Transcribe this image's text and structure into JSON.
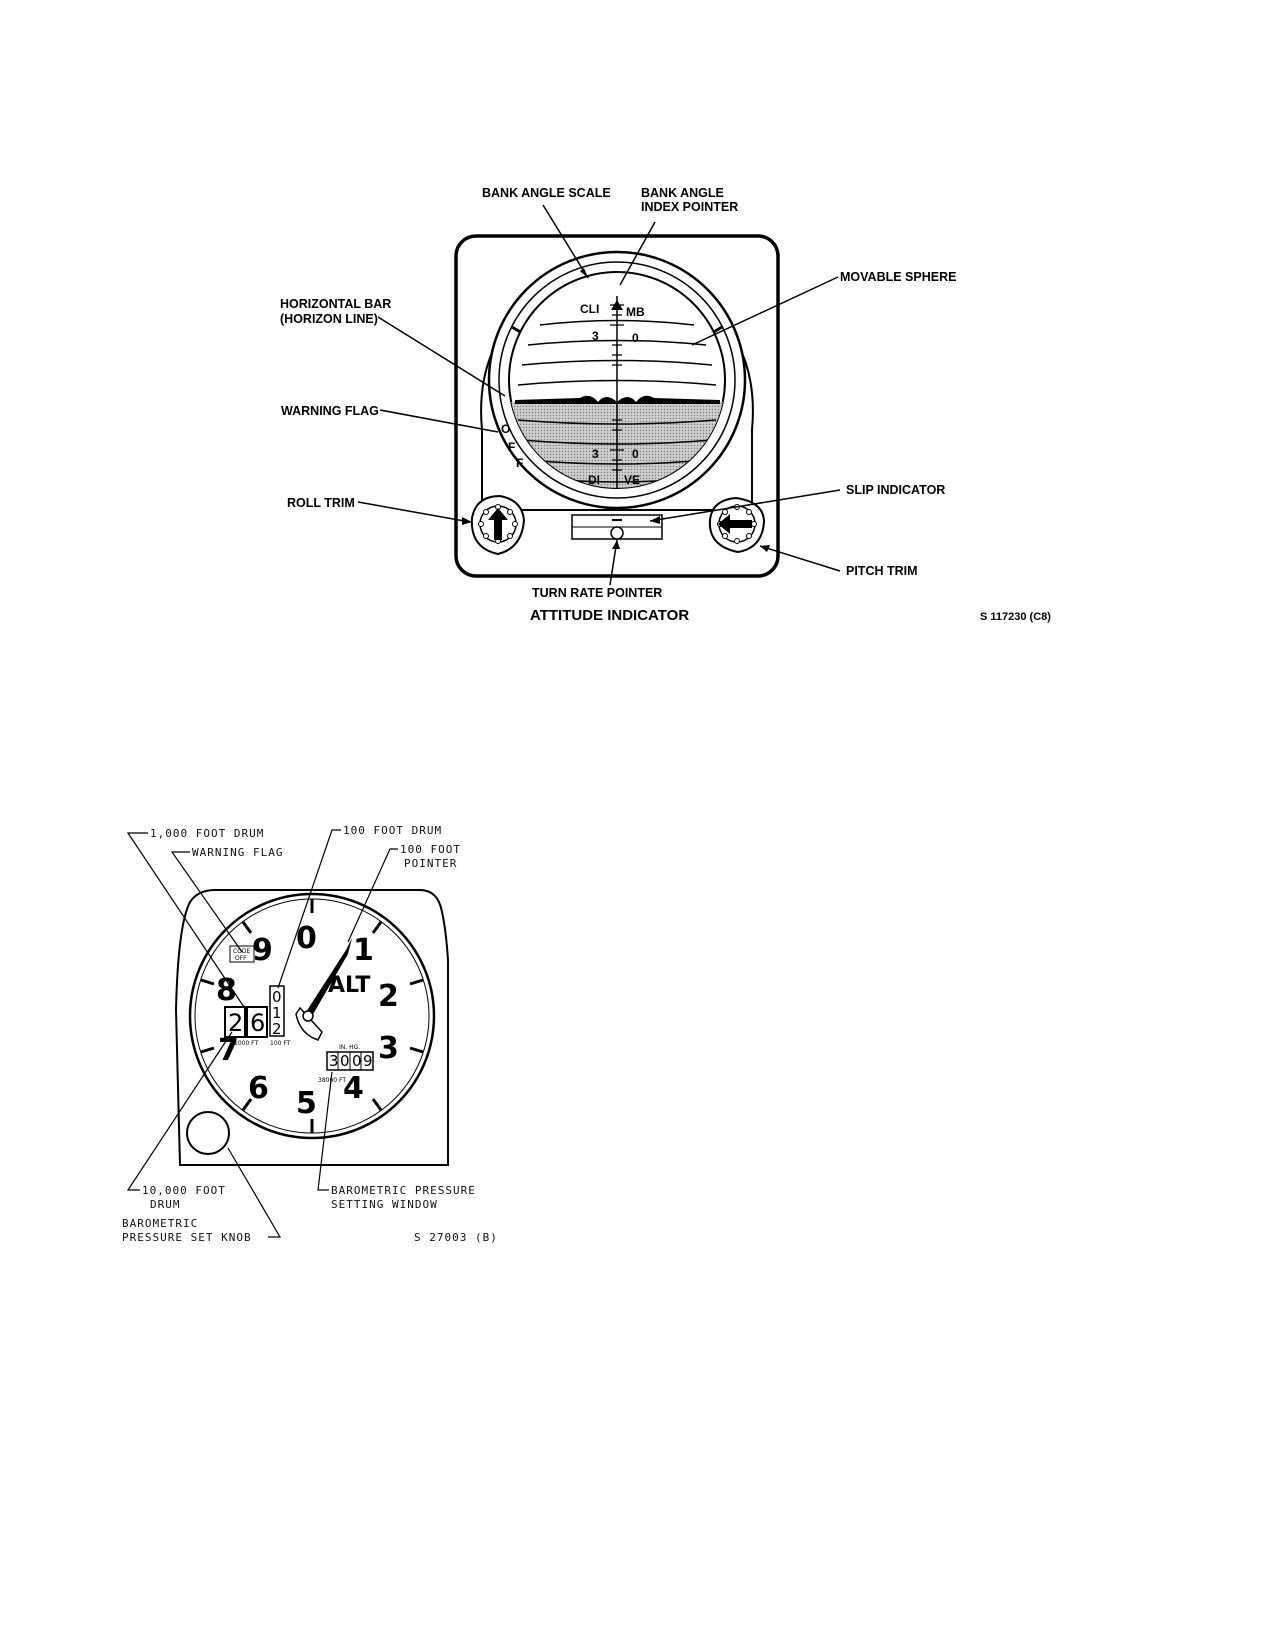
{
  "attitude_indicator": {
    "caption": "ATTITUDE INDICATOR",
    "reference": "S 117230 (C8)",
    "labels": {
      "bank_angle_scale": "BANK ANGLE SCALE",
      "bank_angle_index_pointer_1": "BANK ANGLE",
      "bank_angle_index_pointer_2": "INDEX POINTER",
      "movable_sphere": "MOVABLE SPHERE",
      "horizontal_bar_1": "HORIZONTAL BAR",
      "horizontal_bar_2": "(HORIZON LINE)",
      "warning_flag": "WARNING FLAG",
      "roll_trim": "ROLL TRIM",
      "slip_indicator": "SLIP INDICATOR",
      "pitch_trim": "PITCH TRIM",
      "turn_rate_pointer": "TURN RATE POINTER"
    },
    "sphere_text": {
      "climb_left": "CLI",
      "climb_right": "MB",
      "dive_left": "DI",
      "dive_right": "VE",
      "pitch_3_upper": "3",
      "pitch_0_upper": "0",
      "pitch_3_lower": "3",
      "pitch_0_lower": "0"
    },
    "flag_letters": [
      "O",
      "F",
      "F"
    ]
  },
  "altimeter": {
    "reference": "S 27003 (B)",
    "labels": {
      "thousand_foot_drum": "1,000 FOOT DRUM",
      "warning_flag": "WARNING FLAG",
      "hundred_foot_drum": "100 FOOT DRUM",
      "hundred_foot_pointer_1": "100 FOOT",
      "hundred_foot_pointer_2": "POINTER",
      "ten_thousand_drum_1": "10,000 FOOT",
      "ten_thousand_drum_2": "DRUM",
      "baro_setting_window_1": "BAROMETRIC PRESSURE",
      "baro_setting_window_2": "SETTING WINDOW",
      "baro_set_knob_1": "BAROMETRIC",
      "baro_set_knob_2": "PRESSURE SET KNOB"
    },
    "dial_numbers": [
      "0",
      "1",
      "2",
      "3",
      "4",
      "5",
      "6",
      "7",
      "8",
      "9"
    ],
    "dial_label": "ALT",
    "flag_text_1": "CODE",
    "flag_text_2": "OFF",
    "drum_digits": [
      "2",
      "6"
    ],
    "drum_caption": "1000 FT",
    "hundred_drum_digits": [
      "0",
      "1",
      "2"
    ],
    "hundred_drum_caption": "100 FT",
    "baro_caption": "IN. HG.",
    "baro_digits": [
      "3",
      "0",
      "0",
      "9"
    ],
    "baro_sub": "38000 FT"
  }
}
